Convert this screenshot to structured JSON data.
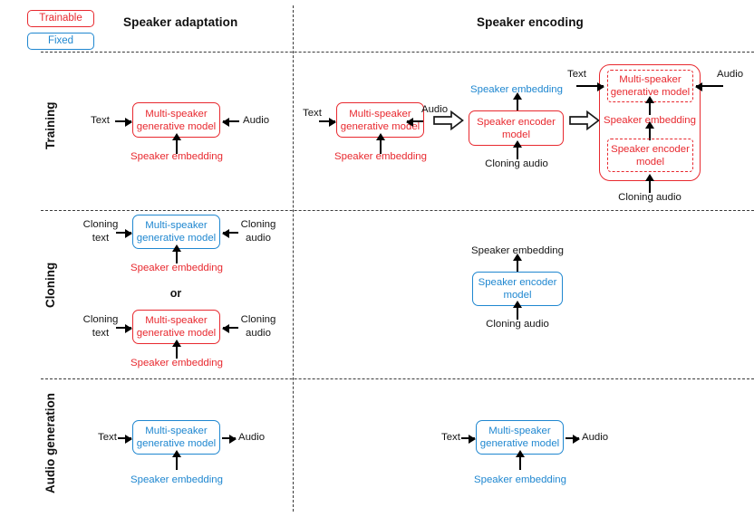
{
  "legend": {
    "trainable": "Trainable",
    "fixed": "Fixed",
    "colors": {
      "trainable": "#e8292f",
      "fixed": "#1f87d0"
    }
  },
  "columns": [
    {
      "id": "speaker-adaptation",
      "label": "Speaker adaptation"
    },
    {
      "id": "speaker-encoding",
      "label": "Speaker encoding"
    }
  ],
  "rows": [
    {
      "id": "training",
      "label": "Training"
    },
    {
      "id": "cloning",
      "label": "Cloning"
    },
    {
      "id": "audio-generation",
      "label": "Audio generation"
    }
  ],
  "terms": {
    "text": "Text",
    "audio": "Audio",
    "cloning_text_l1": "Cloning",
    "cloning_text_l2": "text",
    "cloning_audio_l1": "Cloning",
    "cloning_audio_l2": "audio",
    "cloning_audio": "Cloning audio",
    "speaker_embedding": "Speaker embedding",
    "multi_speaker_l1": "Multi-speaker",
    "multi_speaker_l2": "generative model",
    "speaker_encoder_l1": "Speaker encoder",
    "speaker_encoder_l2": "model",
    "or": "or"
  },
  "cells": {
    "adaptation_training": {
      "model": {
        "l1": "Multi-speaker",
        "l2": "generative model",
        "state": "trainable"
      },
      "inputs": {
        "left": "Text",
        "right": "Audio",
        "bottom": "Speaker embedding"
      },
      "bottom_color": "#e8292f"
    },
    "encoding_training": {
      "stage1": {
        "model": {
          "l1": "Multi-speaker",
          "l2": "generative model",
          "state": "trainable"
        },
        "inputs": {
          "left": "Text",
          "right": "Audio",
          "bottom": "Speaker embedding"
        },
        "bottom_color": "#e8292f"
      },
      "stage2": {
        "model": {
          "l1": "Speaker encoder",
          "l2": "model",
          "state": "trainable"
        },
        "output_top": "Speaker embedding",
        "output_top_color": "#1f87d0",
        "input_bottom": "Cloning audio"
      },
      "stage3": {
        "inner_top": {
          "l1": "Multi-speaker",
          "l2": "generative model",
          "state": "trainable-dashed"
        },
        "inner_bottom": {
          "l1": "Speaker encoder",
          "l2": "model",
          "state": "trainable-dashed"
        },
        "middle_label": "Speaker embedding",
        "middle_label_color": "#e8292f",
        "inputs": {
          "left": "Text",
          "right": "Audio",
          "bottom": "Cloning audio"
        }
      }
    },
    "adaptation_cloning": {
      "variant_a": {
        "model": {
          "l1": "Multi-speaker",
          "l2": "generative model",
          "state": "fixed"
        },
        "inputs": {
          "left_l1": "Cloning",
          "left_l2": "text",
          "right_l1": "Cloning",
          "right_l2": "audio",
          "bottom": "Speaker embedding"
        },
        "bottom_color": "#e8292f"
      },
      "separator": "or",
      "variant_b": {
        "model": {
          "l1": "Multi-speaker",
          "l2": "generative model",
          "state": "trainable"
        },
        "inputs": {
          "left_l1": "Cloning",
          "left_l2": "text",
          "right_l1": "Cloning",
          "right_l2": "audio",
          "bottom": "Speaker embedding"
        },
        "bottom_color": "#e8292f"
      }
    },
    "encoding_cloning": {
      "model": {
        "l1": "Speaker encoder",
        "l2": "model",
        "state": "fixed"
      },
      "output_top": "Speaker embedding",
      "output_top_color": "#141414",
      "input_bottom": "Cloning audio"
    },
    "adaptation_generation": {
      "model": {
        "l1": "Multi-speaker",
        "l2": "generative model",
        "state": "fixed"
      },
      "inputs": {
        "left": "Text",
        "right": "Audio",
        "bottom": "Speaker embedding"
      },
      "bottom_color": "#1f87d0"
    },
    "encoding_generation": {
      "model": {
        "l1": "Multi-speaker",
        "l2": "generative model",
        "state": "fixed"
      },
      "inputs": {
        "left": "Text",
        "right": "Audio",
        "bottom": "Speaker embedding"
      },
      "bottom_color": "#1f87d0"
    }
  }
}
